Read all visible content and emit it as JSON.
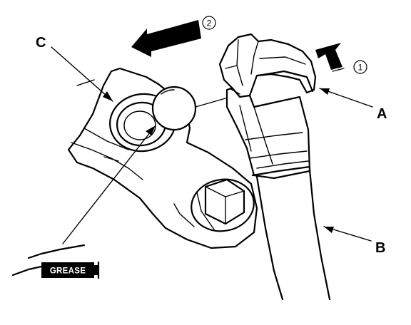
{
  "labels": {
    "a": "A",
    "b": "B",
    "c": "C"
  },
  "steps": {
    "one": "1",
    "two": "2"
  },
  "grease": {
    "text": "GREASE"
  },
  "colors": {
    "ink": "#000000",
    "paper": "#ffffff"
  },
  "icons": {
    "grease_gun": "grease-gun-icon",
    "arrow_up": "arrow-up-icon",
    "arrow_left": "arrow-left-icon"
  }
}
